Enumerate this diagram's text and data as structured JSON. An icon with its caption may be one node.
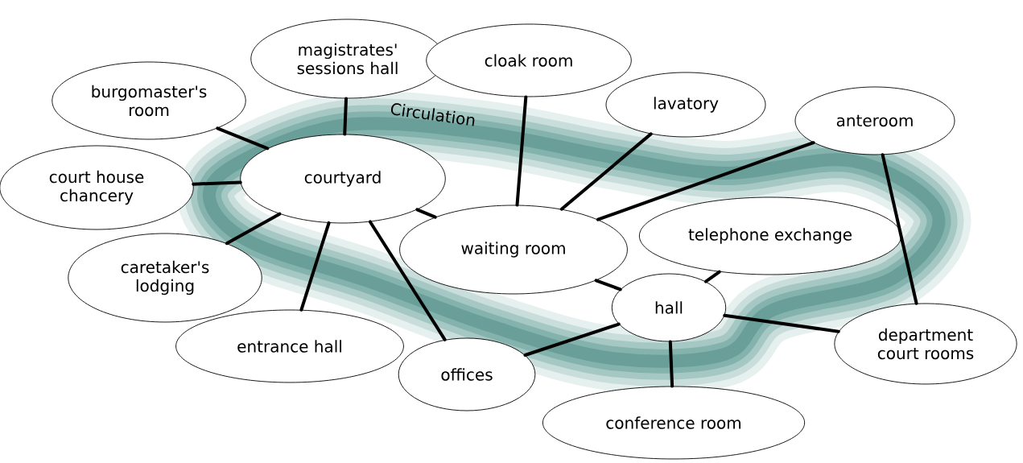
{
  "diagram": {
    "nodes": [
      {
        "text": [
          "magistrates' sessions hall"
        ]
      },
      {
        "text": [
          "cloak room"
        ]
      },
      {
        "text": [
          "burgomaster's room"
        ]
      },
      {
        "text": [
          "lavatory"
        ]
      },
      {
        "text": [
          "anteroom"
        ]
      },
      {
        "text": [
          "courtyard"
        ]
      },
      {
        "text": [
          "court house chancery"
        ]
      },
      {
        "text": [
          "waiting room"
        ]
      },
      {
        "text": [
          "telephone exchange"
        ]
      },
      {
        "text": [
          "caretaker's lodging"
        ]
      },
      {
        "text": [
          "hall"
        ]
      },
      {
        "text": [
          "entrance hall"
        ]
      },
      {
        "text": [
          "department court rooms"
        ]
      },
      {
        "text": [
          "offices"
        ]
      },
      {
        "text": [
          "conference room"
        ]
      }
    ],
    "edges": [
      {
        "from": 5,
        "to": 0,
        "arrow": "none"
      },
      {
        "from": 5,
        "to": 2,
        "arrow": "none"
      },
      {
        "from": 5,
        "to": 6,
        "arrow": "none"
      },
      {
        "from": 5,
        "to": 9,
        "arrow": "none"
      },
      {
        "from": 5,
        "to": 11,
        "arrow": "none"
      },
      {
        "from": 5,
        "to": 13,
        "arrow": "none"
      },
      {
        "from": 5,
        "to": 7,
        "arrow": "none"
      },
      {
        "from": 7,
        "to": 1,
        "arrow": "none"
      },
      {
        "from": 7,
        "to": 3,
        "arrow": "none"
      },
      {
        "from": 7,
        "to": 4,
        "arrow": "none"
      },
      {
        "from": 7,
        "to": 10,
        "arrow": "none"
      },
      {
        "from": 10,
        "to": 8,
        "arrow": "none"
      },
      {
        "from": 10,
        "to": 12,
        "arrow": "none"
      },
      {
        "from": 10,
        "to": 13,
        "arrow": "none"
      },
      {
        "from": 10,
        "to": 14,
        "arrow": "none"
      },
      {
        "from": 4,
        "to": 12,
        "arrow": "none"
      }
    ],
    "labels": [
      "Circulation"
    ]
  }
}
